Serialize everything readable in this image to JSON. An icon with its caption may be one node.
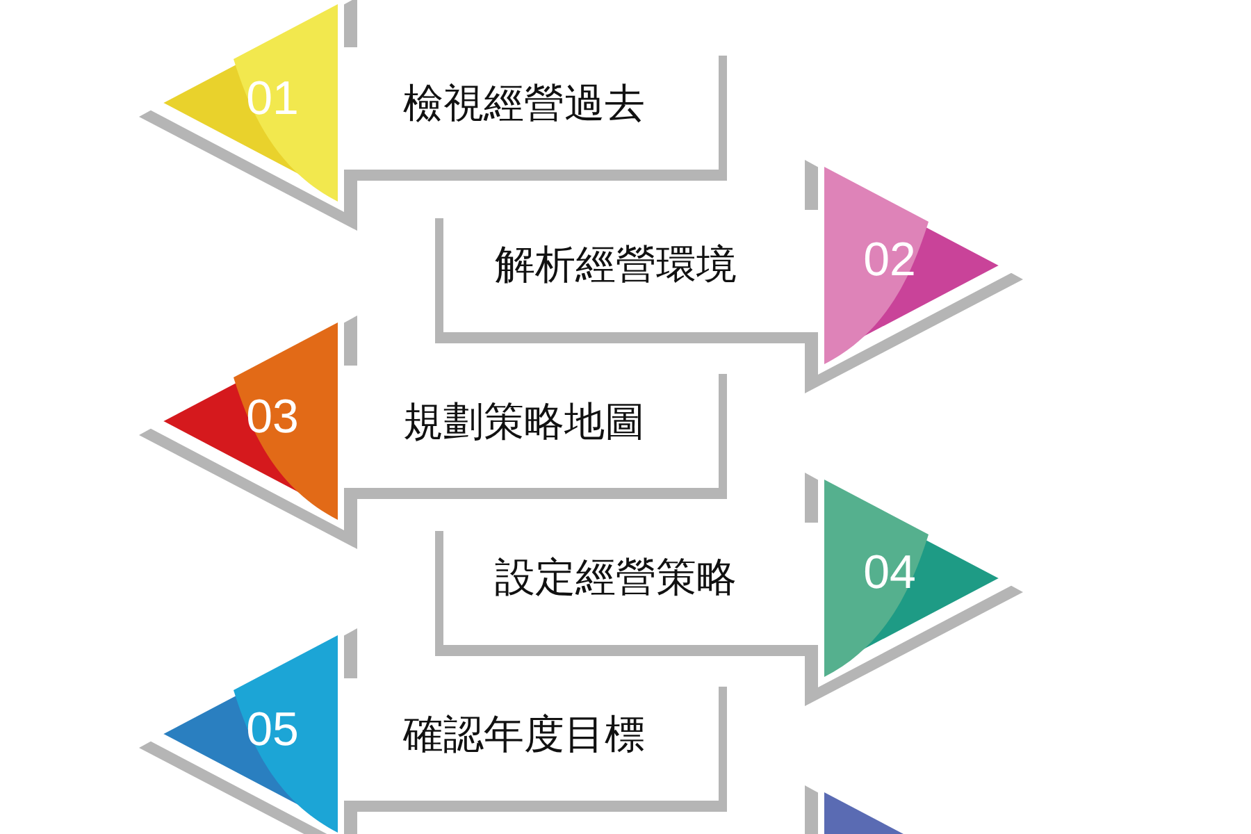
{
  "diagram": {
    "nodes": [
      {
        "text": [
          "01",
          "檢視經營過去"
        ]
      },
      {
        "text": [
          "解析經營環境",
          "02"
        ]
      },
      {
        "text": [
          "03",
          "規劃策略地圖"
        ]
      },
      {
        "text": [
          "設定經營策略",
          "04"
        ]
      },
      {
        "text": [
          "05",
          "確認年度目標"
        ]
      },
      {
        "text": [],
        "shape": "triangle"
      }
    ]
  }
}
